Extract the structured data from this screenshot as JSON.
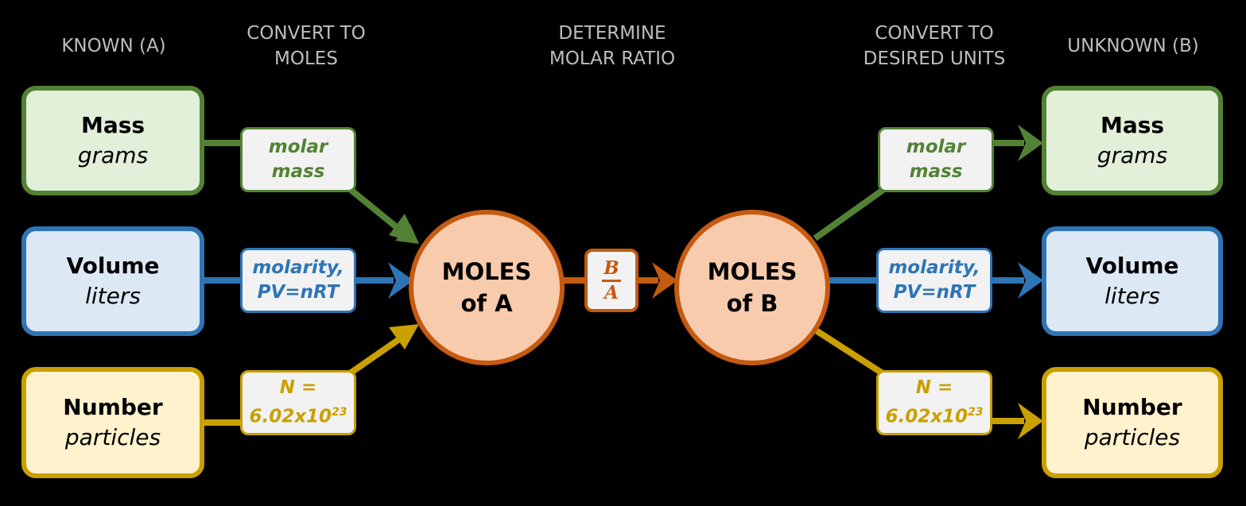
{
  "headers": {
    "known": "KNOWN (A)",
    "convert_to_moles": "CONVERT TO\nMOLES",
    "determine_ratio": "DETERMINE\nMOLAR RATIO",
    "convert_to_units": "CONVERT TO\nDESIRED UNITS",
    "unknown": "UNKNOWN (B)"
  },
  "known_boxes": [
    {
      "title": "Mass",
      "sub": "grams"
    },
    {
      "title": "Volume",
      "sub": "liters"
    },
    {
      "title": "Number",
      "sub": "particles"
    }
  ],
  "unknown_boxes": [
    {
      "title": "Mass",
      "sub": "grams"
    },
    {
      "title": "Volume",
      "sub": "liters"
    },
    {
      "title": "Number",
      "sub": "particles"
    }
  ],
  "conversions": {
    "mass": [
      "molar",
      "mass"
    ],
    "volume": [
      "molarity,",
      "PV=nRT"
    ],
    "number_line1": "N =",
    "number_base": "6.02x10",
    "number_exp": "23"
  },
  "moles_a": [
    "MOLES",
    "of A"
  ],
  "moles_b": [
    "MOLES",
    "of B"
  ],
  "ratio": {
    "numerator": "B",
    "denominator": "A"
  },
  "colors": {
    "mass": "#548235",
    "volume": "#2e75b6",
    "number": "#c9a000",
    "moles": "#c55a11"
  }
}
